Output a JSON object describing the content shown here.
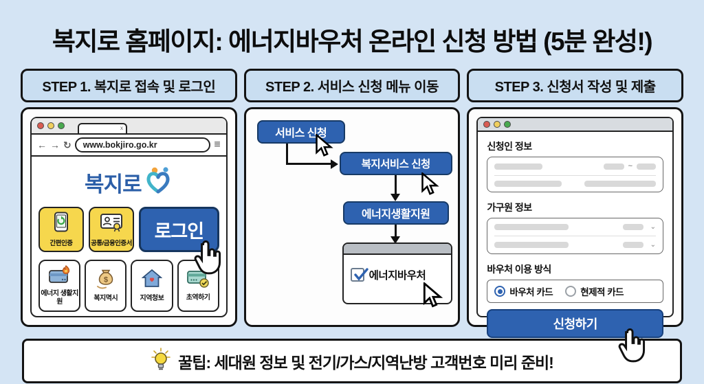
{
  "page": {
    "title": "복지로 홈페이지: 에너지바우처 온라인 신청 방법 (5분 완성!)",
    "tip": "꿀팁: 세대원 정보 및 전기/가스/지역난방 고객번호 미리 준비!"
  },
  "colors": {
    "background": "#d4e4f4",
    "panel_header": "#c9def1",
    "brand_blue": "#2e62b0",
    "brand_navy": "#17407c",
    "auth_yellow": "#f6d74d",
    "logo_blue": "#2c5fa8",
    "bar_gray": "#d9d9d9"
  },
  "step1": {
    "header": "STEP 1. 복지로 접속 및 로그인",
    "browser": {
      "tab_close": "x",
      "back_glyph": "←",
      "forward_glyph": "→",
      "refresh_glyph": "↻",
      "url": "www.bokjiro.go.kr",
      "menu_glyph": "≡",
      "logo_text": "복지로",
      "auth_buttons": [
        {
          "label": "간편인증",
          "icon": "phone-refresh-icon"
        },
        {
          "label": "공통/금융인증서",
          "icon": "id-card-icon"
        }
      ],
      "login_label": "로그인",
      "tiles": [
        {
          "label": "에너지 생활지원",
          "icon": "card-flame-icon"
        },
        {
          "label": "복지멱시",
          "icon": "money-bag-icon"
        },
        {
          "label": "지역청보",
          "icon": "house-heart-icon"
        },
        {
          "label": "초역하기",
          "icon": "card-check-icon"
        }
      ]
    }
  },
  "step2": {
    "header": "STEP 2. 서비스 신청 메뉴 이동",
    "flow": [
      "서비스 신청",
      "복지서비스 신청",
      "에너지생활지원"
    ],
    "checkbox": {
      "label": "에너지바우처",
      "checked": true
    }
  },
  "step3": {
    "header": "STEP 3. 신청서 작성 및 제출",
    "applicant_section": "신청인 정보",
    "household_section": "가구원 정보",
    "method_section": "바우처 이용 방식",
    "tilde": "~",
    "chevron": "⌄",
    "radios": [
      {
        "label": "바우처 카드",
        "selected": true
      },
      {
        "label": "현제적 카드",
        "selected": false
      }
    ],
    "submit_label": "신청하기"
  }
}
